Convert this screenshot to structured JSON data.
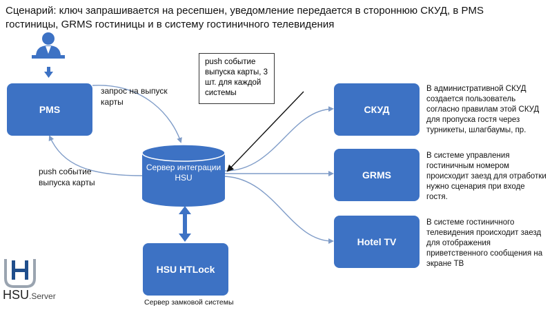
{
  "title": "Сценарий: ключ запрашивается на ресепшен, уведомление передается в стороннюю СКУД, в PMS гостиницы, GRMS гостиницы и в систему гостиничного телевидения",
  "nodes": {
    "pms": "PMS",
    "hsu_server": "Сервер интеграции HSU",
    "htlock": "HSU HTLock",
    "skud": "СКУД",
    "grms": "GRMS",
    "hotel_tv": "Hotel TV"
  },
  "captions": {
    "htlock_caption": "Сервер замковой системы"
  },
  "edge_labels": {
    "card_request": "запрос на выпуск карты",
    "push_event_back": "push событие выпуска карты",
    "push_event_note": "push событие выпуска карты, 3 шт. для каждой системы"
  },
  "descriptions": {
    "skud": "В административной СКУД создается пользователь согласно правилам этой СКУД для пропуска гостя через турникеты, шлагбаумы, пр.",
    "grms": "В системе управления гостиничным номером происходит заезд для отработки нужно сценария при входе гостя.",
    "hotel_tv": "В системе гостиничного телевидения происходит заезд для отображения приветственного сообщения на экране ТВ"
  },
  "logo": {
    "brand": "HSU",
    "suffix": ".Server"
  },
  "colors": {
    "box_fill": "#3d72c4",
    "arrow": "#7f9cc8",
    "pointer": "#111111"
  },
  "icons": [
    "user-icon",
    "down-arrow-icon",
    "double-arrow-icon",
    "hsu-logo-icon"
  ]
}
